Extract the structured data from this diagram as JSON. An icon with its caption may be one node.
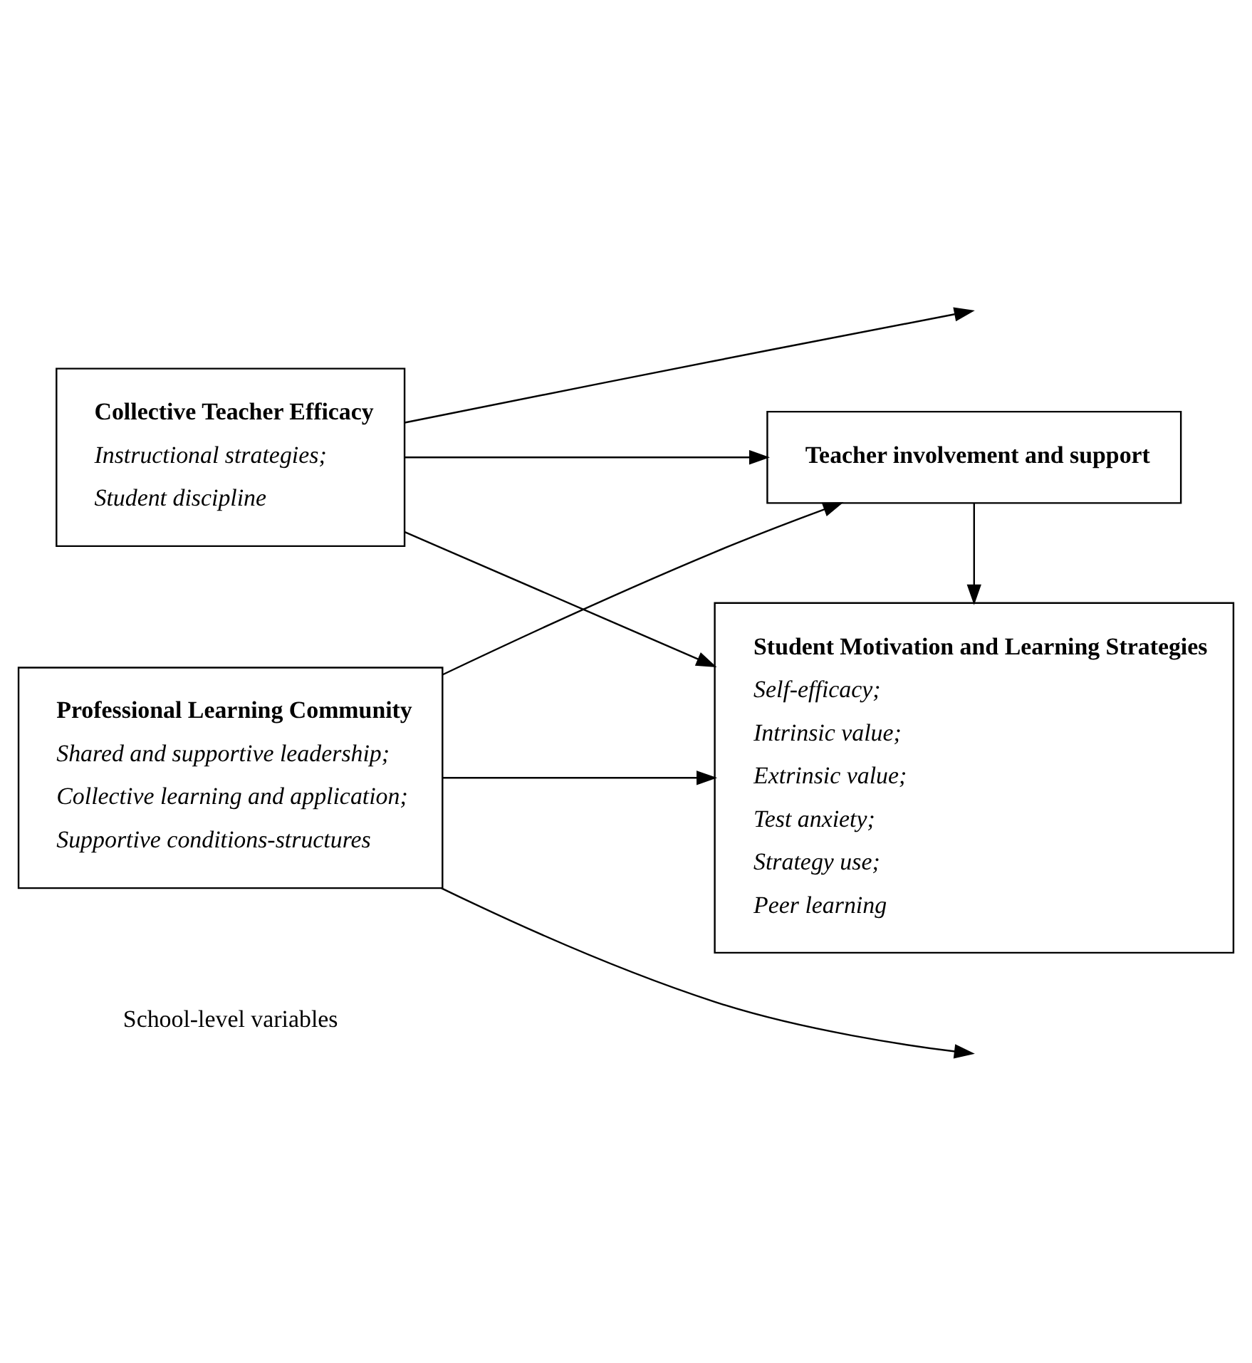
{
  "diagram": {
    "nodes": [
      {
        "text": [
          "Professional Learning Community",
          "Shared and supportive leadership;",
          "Collective learning and application;",
          "Supportive conditions-structures"
        ]
      },
      {
        "text": [
          "Teacher involvement and support"
        ]
      },
      {
        "text": [
          "Collective Teacher Efficacy",
          "Instructional strategies;",
          "Student discipline"
        ]
      },
      {
        "text": [
          "Student Motivation and Learning Strategies",
          "Self-efficacy;",
          "Intrinsic value;",
          "Extrinsic value;",
          "Test anxiety;",
          "Strategy use;",
          "Peer learning"
        ]
      }
    ],
    "edges": [
      {
        "from": 0,
        "to": 1,
        "arrow": "to"
      },
      {
        "from": 0,
        "to": null,
        "arrow": "to"
      },
      {
        "from": 0,
        "to": 3,
        "arrow": "to"
      },
      {
        "from": 2,
        "to": 1,
        "arrow": "to"
      },
      {
        "from": 2,
        "to": null,
        "arrow": "to"
      },
      {
        "from": 2,
        "to": 3,
        "arrow": "to"
      },
      {
        "from": 1,
        "to": 3,
        "arrow": "to"
      }
    ],
    "labels": [
      "School-level variables"
    ]
  }
}
